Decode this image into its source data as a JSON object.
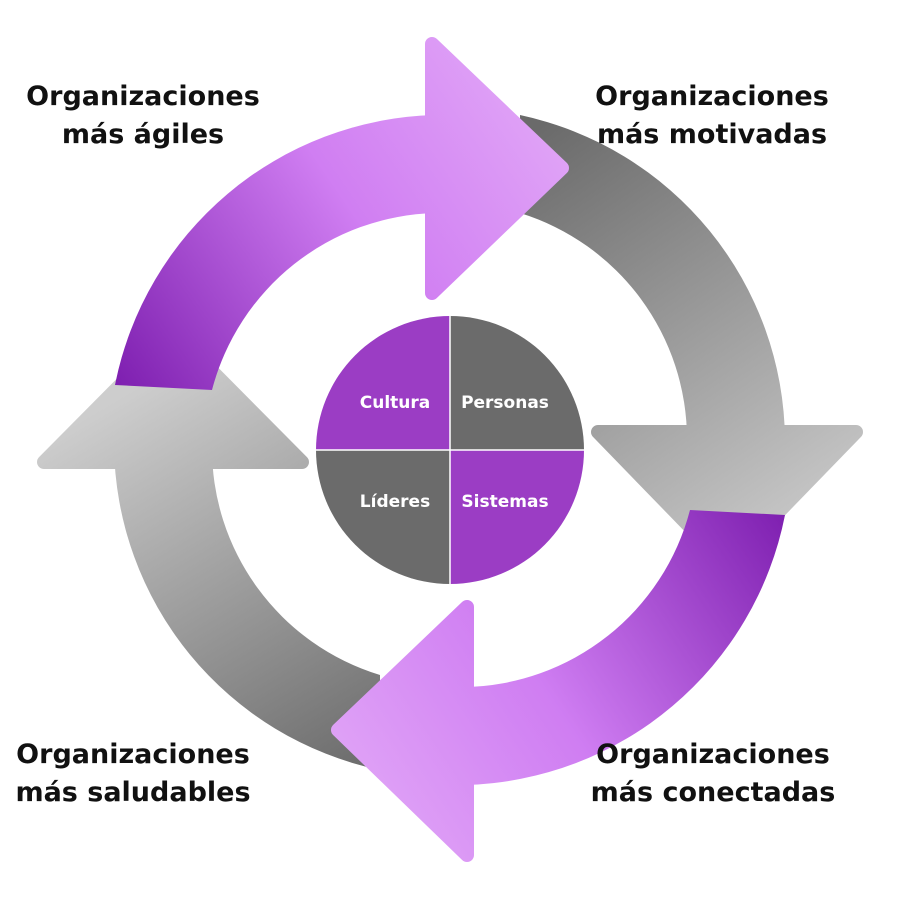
{
  "labels": {
    "top_left": {
      "line1": "Organizaciones",
      "line2": "más ágiles"
    },
    "top_right": {
      "line1": "Organizaciones",
      "line2": "más motivadas"
    },
    "bottom_left": {
      "line1": "Organizaciones",
      "line2": "más saludables"
    },
    "bottom_right": {
      "line1": "Organizaciones",
      "line2": "más conectadas"
    }
  },
  "hub": {
    "top_left": "Cultura",
    "top_right": "Personas",
    "bottom_left": "Líderes",
    "bottom_right": "Sistemas"
  },
  "colors": {
    "purple_dark": "#7e1fb0",
    "purple_mid": "#c070ec",
    "purple_light": "#e0a4f6",
    "gray_dark": "#6b6b6b",
    "gray_light": "#cfcfcf",
    "hub_purple": "#9b3dc4",
    "hub_gray": "#6b6b6b"
  }
}
